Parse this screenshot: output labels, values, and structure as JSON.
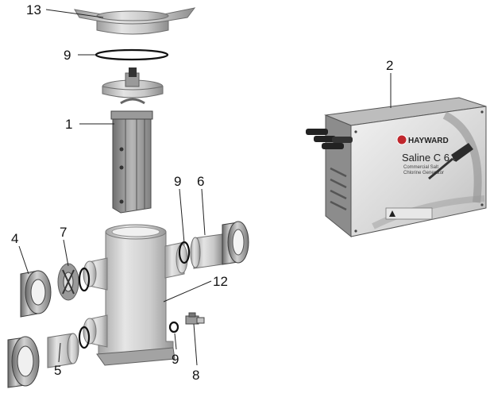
{
  "callouts": {
    "c1": "1",
    "c2": "2",
    "c4": "4",
    "c5": "5",
    "c6": "6",
    "c7": "7",
    "c8": "8",
    "c9_top": "9",
    "c9_mid": "9",
    "c9_bottom": "9",
    "c12": "12",
    "c13": "13"
  },
  "control_box": {
    "brand": "HAYWARD",
    "model": "Saline C 6.0",
    "subtitle_line1": "Commercial Salt",
    "subtitle_line2": "Chlorine Generator"
  },
  "colors": {
    "pvc_light": "#d8d8d8",
    "pvc_dark": "#8a8a8a",
    "box_grey": "#a8a8a8",
    "brand_red": "#c0272d"
  }
}
